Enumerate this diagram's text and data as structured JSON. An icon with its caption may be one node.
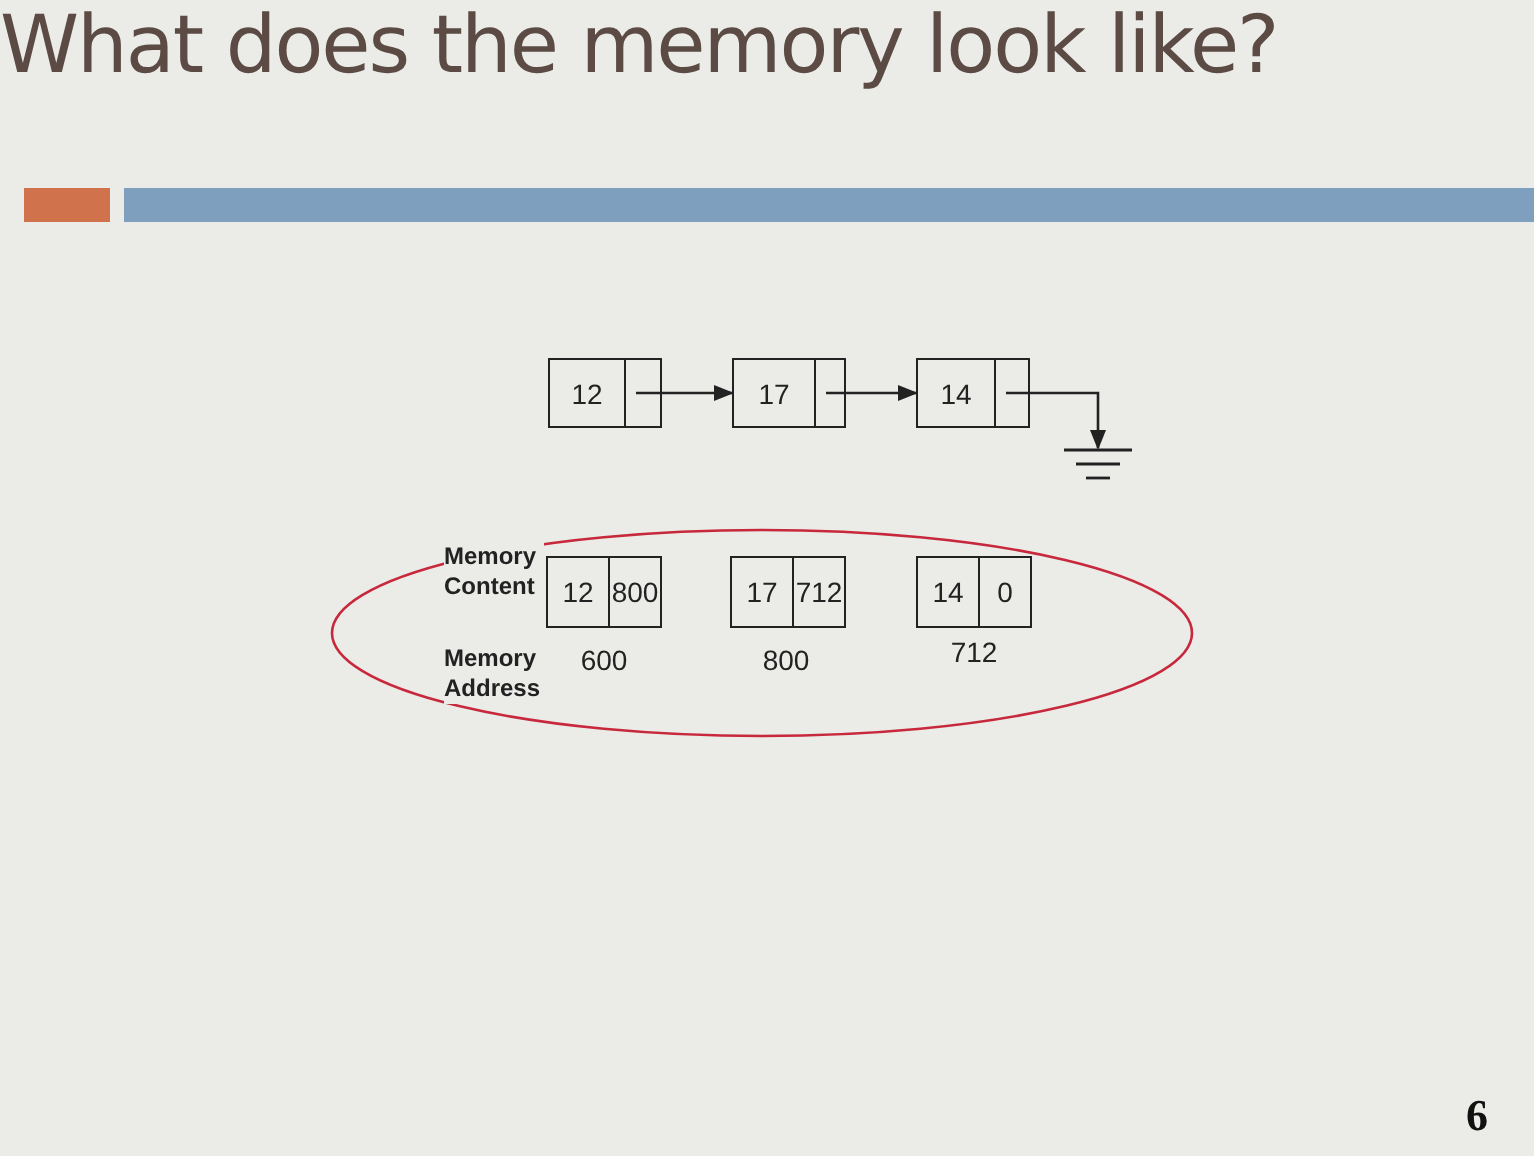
{
  "diagram": {
    "title": "What does the memory look like?",
    "nodes": [
      {
        "text": [
          "12"
        ]
      },
      {
        "text": [
          "17"
        ]
      },
      {
        "text": [
          "14"
        ]
      },
      {
        "text": [],
        "shape": "ground"
      },
      {
        "text": [],
        "shape": "ellipse"
      },
      {
        "text": [
          "12",
          "800"
        ],
        "in": 4,
        "beside": [
          "600"
        ]
      },
      {
        "text": [
          "17",
          "712"
        ],
        "in": 4,
        "beside": [
          "800"
        ]
      },
      {
        "text": [
          "14",
          "0"
        ],
        "in": 4,
        "beside": [
          "712"
        ]
      }
    ],
    "edges": [
      {
        "from": 0,
        "to": 1,
        "arrow": "to"
      },
      {
        "from": 1,
        "to": 2,
        "arrow": "to"
      },
      {
        "from": 2,
        "to": 3,
        "arrow": "to"
      }
    ],
    "labels": [
      "Memory Content",
      "Memory Address",
      "6"
    ]
  }
}
